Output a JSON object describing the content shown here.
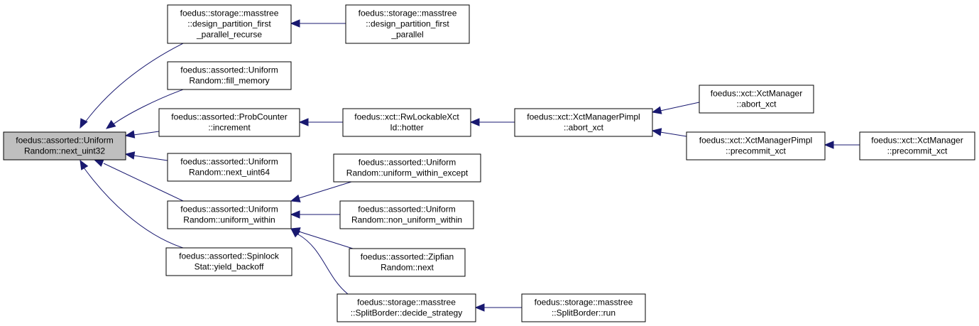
{
  "colors": {
    "edge": "#191970",
    "node_border": "#000000",
    "node_fill": "#ffffff",
    "root_fill": "#bfbfbf"
  },
  "nodes": [
    {
      "id": "root",
      "lines": [
        "foedus::assorted::Uniform",
        "Random::next_uint32"
      ],
      "root": true
    },
    {
      "id": "n1",
      "lines": [
        "foedus::storage::masstree",
        "::design_partition_first",
        "_parallel_recurse"
      ]
    },
    {
      "id": "n2",
      "lines": [
        "foedus::storage::masstree",
        "::design_partition_first",
        "_parallel"
      ]
    },
    {
      "id": "n3",
      "lines": [
        "foedus::assorted::Uniform",
        "Random::fill_memory"
      ]
    },
    {
      "id": "n4",
      "lines": [
        "foedus::assorted::ProbCounter",
        "::increment"
      ]
    },
    {
      "id": "n5",
      "lines": [
        "foedus::xct::RwLockableXct",
        "Id::hotter"
      ]
    },
    {
      "id": "n6",
      "lines": [
        "foedus::xct::XctManagerPimpl",
        "::abort_xct"
      ]
    },
    {
      "id": "n7",
      "lines": [
        "foedus::xct::XctManager",
        "::abort_xct"
      ]
    },
    {
      "id": "n8",
      "lines": [
        "foedus::xct::XctManagerPimpl",
        "::precommit_xct"
      ]
    },
    {
      "id": "n9",
      "lines": [
        "foedus::xct::XctManager",
        "::precommit_xct"
      ]
    },
    {
      "id": "n10",
      "lines": [
        "foedus::assorted::Uniform",
        "Random::next_uint64"
      ]
    },
    {
      "id": "n11",
      "lines": [
        "foedus::assorted::Uniform",
        "Random::uniform_within"
      ]
    },
    {
      "id": "n12",
      "lines": [
        "foedus::assorted::Uniform",
        "Random::uniform_within_except"
      ]
    },
    {
      "id": "n13",
      "lines": [
        "foedus::assorted::Uniform",
        "Random::non_uniform_within"
      ]
    },
    {
      "id": "n14",
      "lines": [
        "foedus::assorted::Zipfian",
        "Random::next"
      ]
    },
    {
      "id": "n15",
      "lines": [
        "foedus::storage::masstree",
        "::SplitBorder::decide_strategy"
      ]
    },
    {
      "id": "n16",
      "lines": [
        "foedus::storage::masstree",
        "::SplitBorder::run"
      ]
    },
    {
      "id": "n17",
      "lines": [
        "foedus::assorted::Spinlock",
        "Stat::yield_backoff"
      ]
    }
  ],
  "edges": [
    {
      "from": "n1",
      "to": "root"
    },
    {
      "from": "n3",
      "to": "root"
    },
    {
      "from": "n4",
      "to": "root"
    },
    {
      "from": "n10",
      "to": "root"
    },
    {
      "from": "n11",
      "to": "root"
    },
    {
      "from": "n17",
      "to": "root"
    },
    {
      "from": "n2",
      "to": "n1"
    },
    {
      "from": "n5",
      "to": "n4"
    },
    {
      "from": "n6",
      "to": "n5"
    },
    {
      "from": "n7",
      "to": "n6"
    },
    {
      "from": "n8",
      "to": "n6"
    },
    {
      "from": "n9",
      "to": "n8"
    },
    {
      "from": "n12",
      "to": "n11"
    },
    {
      "from": "n13",
      "to": "n11"
    },
    {
      "from": "n14",
      "to": "n11"
    },
    {
      "from": "n15",
      "to": "n11"
    },
    {
      "from": "n16",
      "to": "n15"
    }
  ]
}
